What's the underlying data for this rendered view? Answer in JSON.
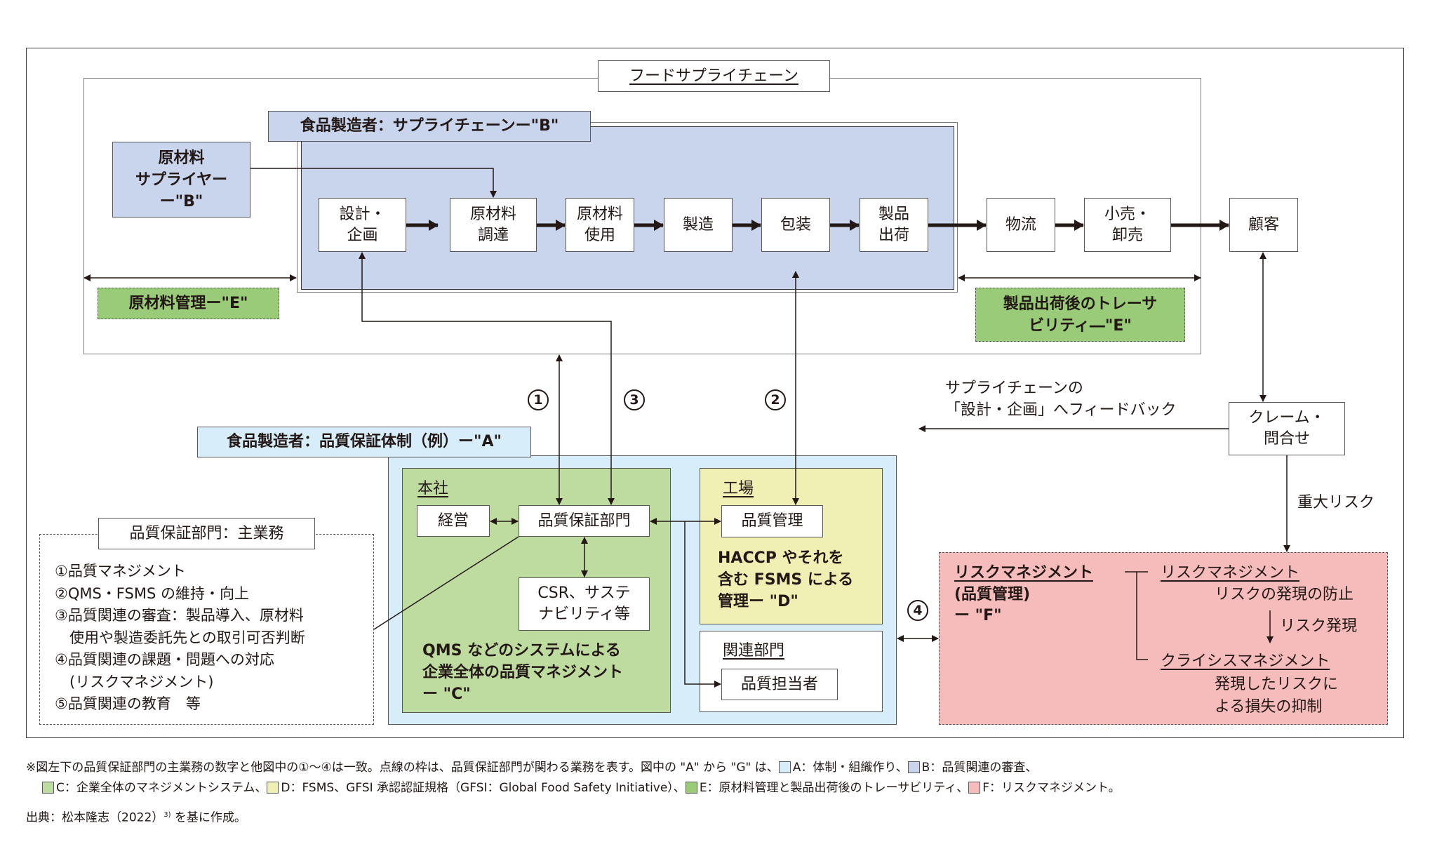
{
  "supply_chain": {
    "title": "フードサプライチェーン",
    "manufacturer_label": "食品製造者：サプライチェーンー\"B\"",
    "supplier": "原材料\nサプライヤー\nー\"B\"",
    "steps": [
      "設計・\n企画",
      "原材料\n調達",
      "原材料\n使用",
      "製造",
      "包装",
      "製品\n出荷"
    ],
    "downstream": [
      "物流",
      "小売・\n卸売"
    ],
    "customer": "顧客",
    "raw_material_mgmt": "原材料管理ー\"E\"",
    "traceability": "製品出荷後のトレーサ\nビリティ―\"E\""
  },
  "circled": {
    "one": "1",
    "two": "2",
    "three": "3",
    "four": "4"
  },
  "feedback": {
    "text": "サプライチェーンの\n「設計・企画」へフィードバック",
    "claims": "クレーム・\n問合せ",
    "major_risk": "重大リスク"
  },
  "qa_system": {
    "label": "食品製造者：品質保証体制（例）ー\"A\"",
    "hq": {
      "title": "本社",
      "management": "経営",
      "qa_dept": "品質保証部門",
      "csr": "CSR、サステ\nナビリティ等",
      "description": "QMS などのシステムによる\n企業全体の品質マネジメント\nー \"C\""
    },
    "factory": {
      "title": "工場",
      "qc": "品質管理",
      "description": "HACCP やそれを\n含む FSMS による\n管理ー \"D\""
    },
    "related": {
      "title": "関連部門",
      "person": "品質担当者"
    }
  },
  "qa_duties": {
    "title": "品質保証部門：主業務",
    "items": [
      "①品質マネジメント",
      "②QMS・FSMS の維持・向上",
      "③品質関連の審査：製品導入、原材料",
      "　使用や製造委託先との取引可否判断",
      "④品質関連の課題・問題への対応",
      "　(リスクマネジメント)",
      "⑤品質関連の教育　等"
    ]
  },
  "risk": {
    "title": "リスクマネジメント",
    "subtitle": "(品質管理)",
    "code": "ー \"F\"",
    "rm_title": "リスクマネジメント",
    "rm_desc": "リスクの発現の防止",
    "arrow_label": "リスク発現",
    "cm_title": "クライシスマネジメント",
    "cm_desc": "発現したリスクに\nよる損失の抑制"
  },
  "footnote": {
    "line1": "※図左下の品質保証部門の主業務の数字と他図中の①〜④は一致。点線の枠は、品質保証部門が関わる業務を表す。図中の \"A\" から \"G\" は、",
    "legend": [
      {
        "key": "A",
        "text": "A：体制・組織作り、",
        "color": "#d7eefa"
      },
      {
        "key": "B",
        "text": "B：品質関連の審査、",
        "color": "#c8d5ec"
      },
      {
        "key": "C",
        "text": "C：企業全体のマネジメントシステム、",
        "color": "#bedca0"
      },
      {
        "key": "D",
        "text": "D：FSMS、GFSI 承認認証規格（GFSI：Global Food Safety Initiative）、",
        "color": "#f0f0b4"
      },
      {
        "key": "E",
        "text": "E：原材料管理と製品出荷後のトレーサビリティ、",
        "color": "#9acb78"
      },
      {
        "key": "F",
        "text": "F：リスクマネジメント。",
        "color": "#f5bcbb"
      }
    ],
    "source_prefix": "出典：松本隆志（2022）",
    "source_ref": "3)",
    "source_suffix": " を基に作成。"
  }
}
